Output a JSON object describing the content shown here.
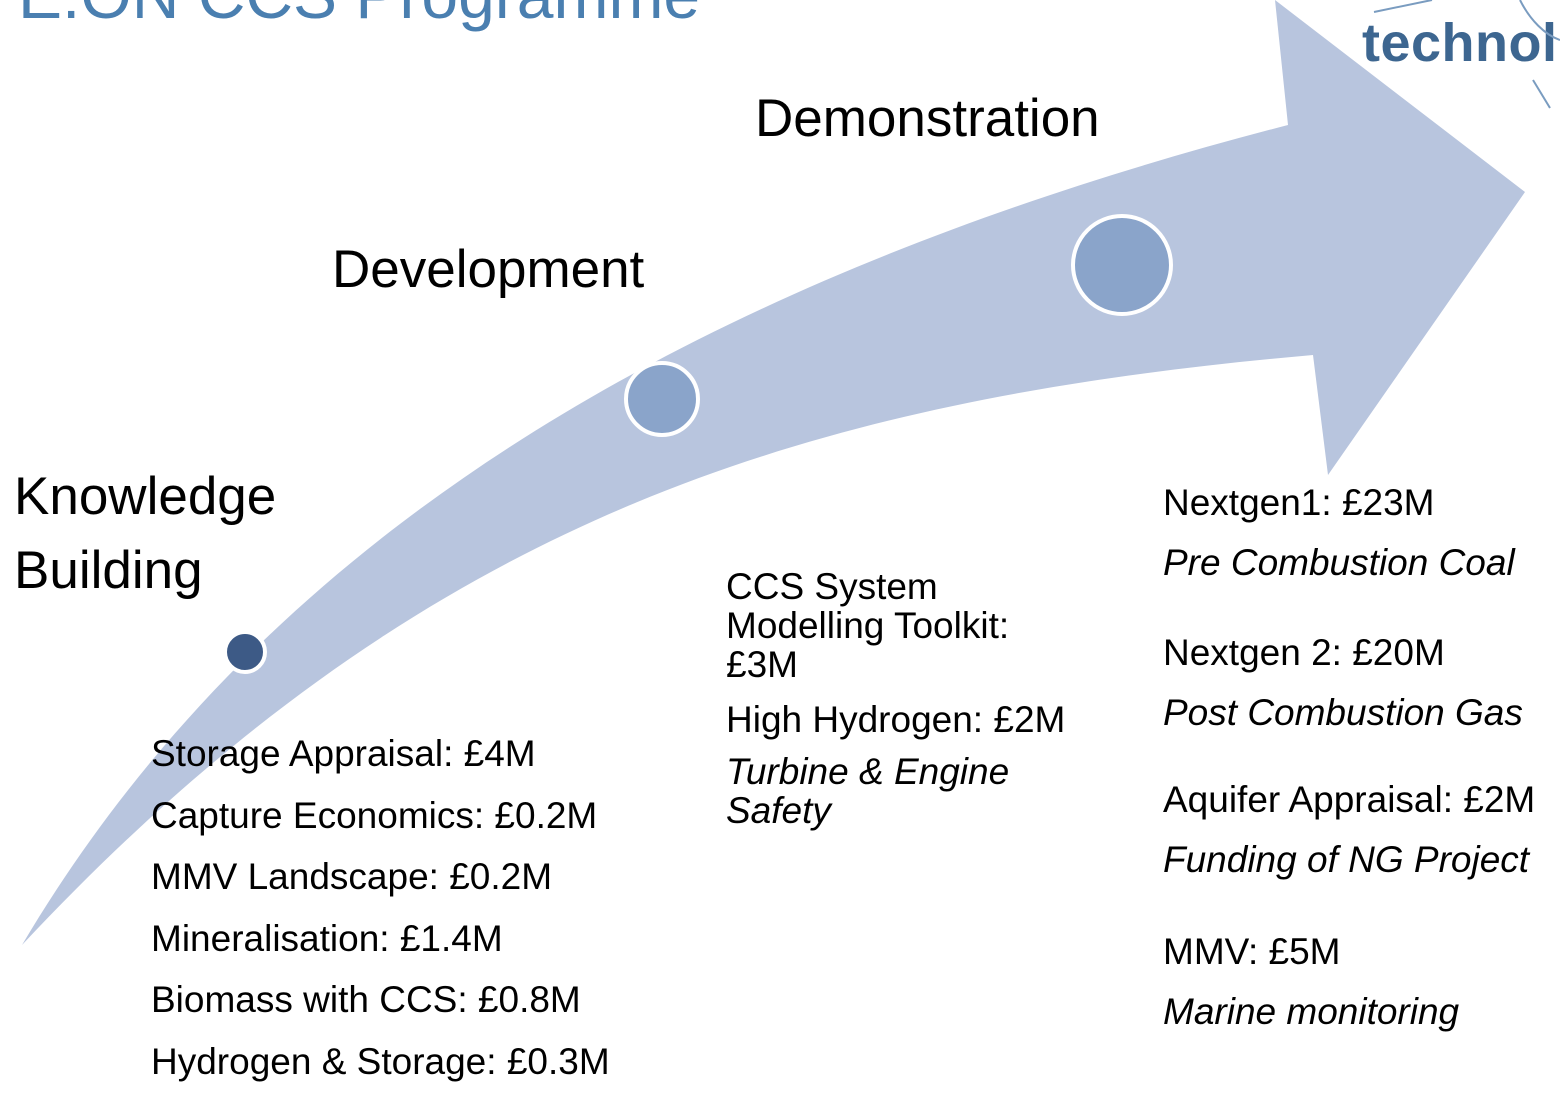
{
  "title": "E.ON CCS Programme",
  "logo": {
    "text": "technol"
  },
  "colors": {
    "arrow": "#b8c5de",
    "node_light": "#8aa4ca",
    "node_dark": "#3d5a86",
    "title": "#4a7fb0"
  },
  "stages": {
    "knowledge": {
      "line1": "Knowledge",
      "line2": "Building"
    },
    "development": {
      "label": "Development"
    },
    "demonstration": {
      "label": "Demonstration"
    }
  },
  "knowledge_items": [
    "Storage Appraisal: £4M",
    "Capture Economics: £0.2M",
    "MMV Landscape: £0.2M",
    "Mineralisation: £1.4M",
    "Biomass with CCS: £0.8M",
    "Hydrogen & Storage: £0.3M"
  ],
  "development_items": {
    "ccs_toolkit": "CCS System Modelling Toolkit: £3M",
    "high_hydrogen": "High Hydrogen: £2M",
    "turbine_note": "Turbine & Engine Safety"
  },
  "demonstration_items": {
    "nextgen1": "Nextgen1: £23M",
    "nextgen1_note": "Pre Combustion Coal",
    "nextgen2": "Nextgen 2: £20M",
    "nextgen2_note": "Post Combustion Gas",
    "aquifer": " Aquifer Appraisal: £2M",
    "aquifer_note": "Funding of NG Project",
    "mmv": "MMV: £5M",
    "mmv_note": "Marine monitoring"
  }
}
